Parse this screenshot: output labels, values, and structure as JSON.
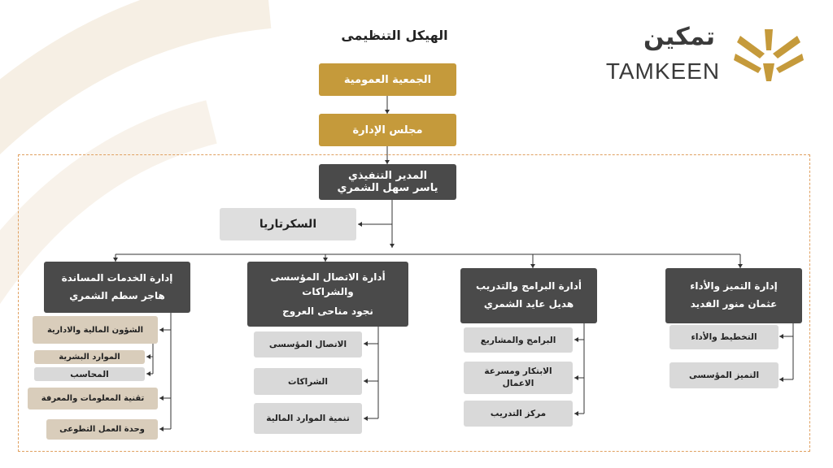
{
  "title": "الهيكل التنظيمى",
  "logo": {
    "arabic": "تمكين",
    "latin": "TAMKEEN"
  },
  "top": {
    "general_assembly": "الجمعية العمومية",
    "board": "مجلس الإدارة",
    "ceo_title": "المدير التنفيذي",
    "ceo_name": "ياسر سهل الشمري",
    "secretary": "السكرتاريا"
  },
  "departments": [
    {
      "title": "إدارة التميز والأداء",
      "head": "عثمان منور الفديد",
      "units": [
        "التخطيط والأداء",
        "التميز المؤسسى"
      ]
    },
    {
      "title": "أدارة البرامج والتدريب",
      "head": "هديل عايد الشمري",
      "units": [
        "البرامج والمشاريع",
        "الابتكار ومسرعة الاعمال",
        "مركز التدريب"
      ]
    },
    {
      "title": "أدارة الاتصال المؤسسى والشراكات",
      "head": "نجود مناحى العروج",
      "units": [
        "الاتصال المؤسسى",
        "الشراكات",
        "تنمية الموارد المالية"
      ]
    },
    {
      "title": "إدارة الخدمات المساندة",
      "head": "هاجر سطم الشمري",
      "units": [
        "الشؤون المالية والادارية",
        "الموارد البشرية",
        "المحاسب",
        "تقنية المعلومات والمعرفة",
        "وحدة العمل التطوعى"
      ]
    }
  ],
  "colors": {
    "gold": "#c59a3b",
    "dark_box": "#4a4a4a",
    "light_box": "#d9d9d9",
    "dashed_border": "#e0a060",
    "logo_text": "#3a3a3a"
  }
}
